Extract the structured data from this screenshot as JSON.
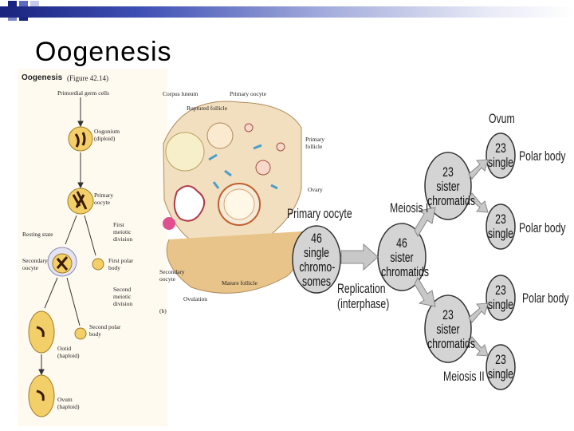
{
  "slide": {
    "title": "Oogenesis"
  },
  "left_panel": {
    "header": "Oogenesis",
    "figure_ref": "(Figure 42.14)",
    "labels": {
      "primordial": "Primordial germ cells",
      "oogonium": "Oogonium\n(diploid)",
      "primary_oocyte": "Primary\noocyte",
      "first_meiotic": "First\nmeiotic\ndivision",
      "resting_state": "Resting state",
      "secondary_oocyte": "Secondary\noocyte",
      "first_polar": "First polar\nbody",
      "second_meiotic": "Second\nmeiotic\ndivision",
      "second_polar": "Second polar\nbody",
      "ootid": "Ootid\n(haploid)",
      "ovum": "Ovum\n(haploid)"
    }
  },
  "ovary_panel": {
    "labels": {
      "corpus_luteum": "Corpus luteum",
      "ruptured_follicle": "Ruptured follicle",
      "primary_oocyte": "Primary oocyte",
      "primary_follicle": "Primary\nfollicle",
      "ovary": "Ovary",
      "secondary_oocyte": "Secondary\noocyte",
      "ovulation": "Ovulation",
      "mature_follicle": "Mature follicle",
      "panel_b": "(b)"
    }
  },
  "diagram": {
    "ovum": "Ovum",
    "primary_oocyte": "Primary oocyte",
    "meiosis_i": "Meiosis I",
    "meiosis_ii": "Meiosis II",
    "replication": "Replication\n(interphase)",
    "polar_body_1": "Polar body",
    "polar_body_2": "Polar body",
    "polar_body_3": "Polar body",
    "cells": {
      "c46a": "46\nsingle\nchromo-\nsomes",
      "c46b": "46\nsister\nchromatids",
      "c23a": "23\nsister\nchromatids",
      "c23b": "23\nsister\nchromatids",
      "c23s1": "23\nsingle",
      "c23s2": "23\nsingle",
      "c23s3": "23\nsingle",
      "c23s4": "23\nsingle"
    }
  },
  "colors": {
    "cell_fill": "#d4d4d4",
    "arrow_fill": "#c8c8c8",
    "egg_yellow": "#f3cf6a"
  }
}
